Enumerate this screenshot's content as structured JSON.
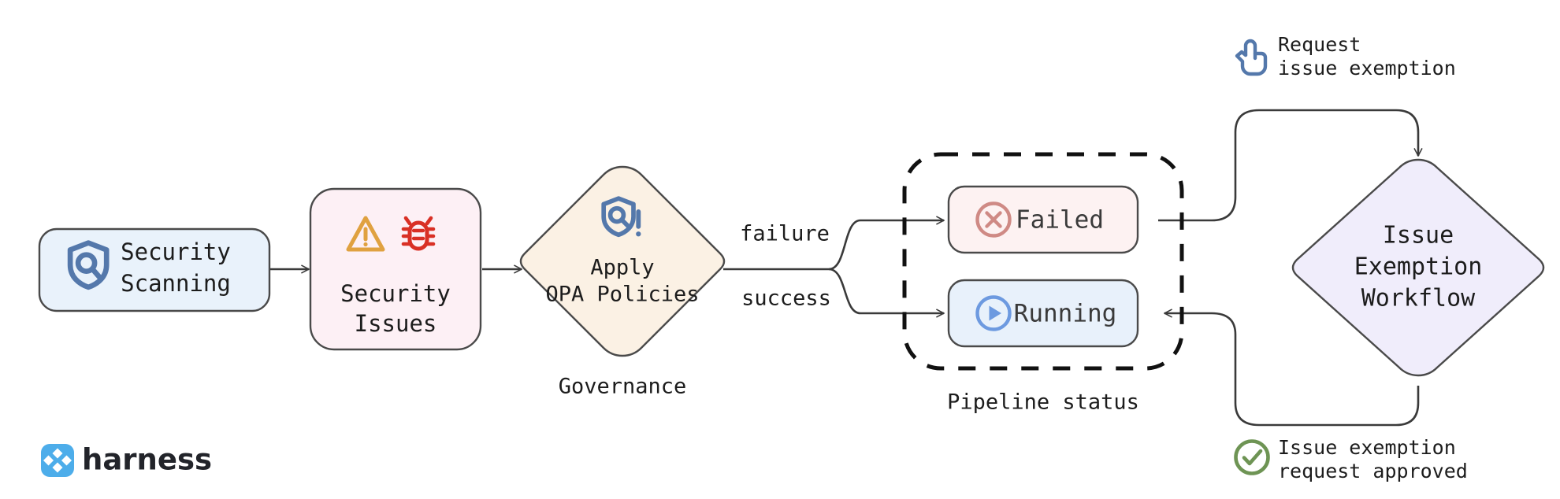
{
  "diagram": {
    "title": "Security scanning governance and issue exemption workflow",
    "background": "#ffffff",
    "edge_color": "#3a3a3a",
    "text_color": "#1c1c1c"
  },
  "nodes": {
    "security_scanning": {
      "label_line1": "Security",
      "label_line2": "Scanning",
      "icon": "shield-search-icon",
      "fill": "#e9f2fb",
      "stroke": "#4a4a4a",
      "icon_color": "#5478ab"
    },
    "security_issues": {
      "label_line1": "Security",
      "label_line2": "Issues",
      "icon_warning": "warning-triangle-icon",
      "icon_bug": "bug-icon",
      "fill": "#fdf0f5",
      "stroke": "#4a4a4a",
      "warning_color": "#e0a140",
      "bug_color": "#d93025"
    },
    "apply_opa": {
      "label_line1": "Apply",
      "label_line2": "OPA Policies",
      "icon": "shield-search-alert-icon",
      "fill": "#fbf1e4",
      "stroke": "#4a4a4a",
      "icon_color": "#5478ab",
      "group_label": "Governance"
    },
    "failed": {
      "label": "Failed",
      "icon": "circle-x-icon",
      "fill": "#fdf2f2",
      "stroke": "#4a4a4a",
      "icon_color": "#cf8a85"
    },
    "running": {
      "label": "Running",
      "icon": "play-circle-icon",
      "fill": "#e8f1fb",
      "stroke": "#4a4a4a",
      "icon_color": "#6d9ae0"
    },
    "issue_exemption_workflow": {
      "label_line1": "Issue",
      "label_line2": "Exemption",
      "label_line3": "Workflow",
      "fill": "#f0edfb",
      "stroke": "#4a4a4a"
    }
  },
  "groups": {
    "pipeline_status": {
      "label": "Pipeline status",
      "style": "dashed",
      "stroke": "#111111"
    }
  },
  "edge_labels": {
    "failure": "failure",
    "success": "success"
  },
  "annotations": {
    "request_exemption": {
      "line1": "Request",
      "line2": "issue exemption",
      "icon": "click-hand-icon",
      "icon_color": "#5478ab"
    },
    "request_approved": {
      "line1": "Issue exemption",
      "line2": "request approved",
      "icon": "check-circle-icon",
      "icon_color": "#6e9454"
    }
  },
  "branding": {
    "logo_text": "harness",
    "logo_mark": "harness-logo-icon",
    "logo_color": "#4dadea"
  }
}
